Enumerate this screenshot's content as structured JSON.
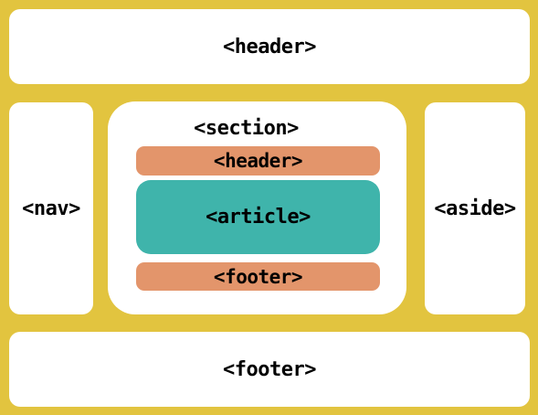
{
  "layout": {
    "header_label": "<header>",
    "nav_label": "<nav>",
    "aside_label": "<aside>",
    "footer_label": "<footer>",
    "section": {
      "label": "<section>",
      "header_label": "<header>",
      "article_label": "<article>",
      "footer_label": "<footer>"
    }
  },
  "colors": {
    "frame": "#e2c43f",
    "panel": "#ffffff",
    "section_header_footer": "#e3956b",
    "article": "#3fb4ab"
  }
}
